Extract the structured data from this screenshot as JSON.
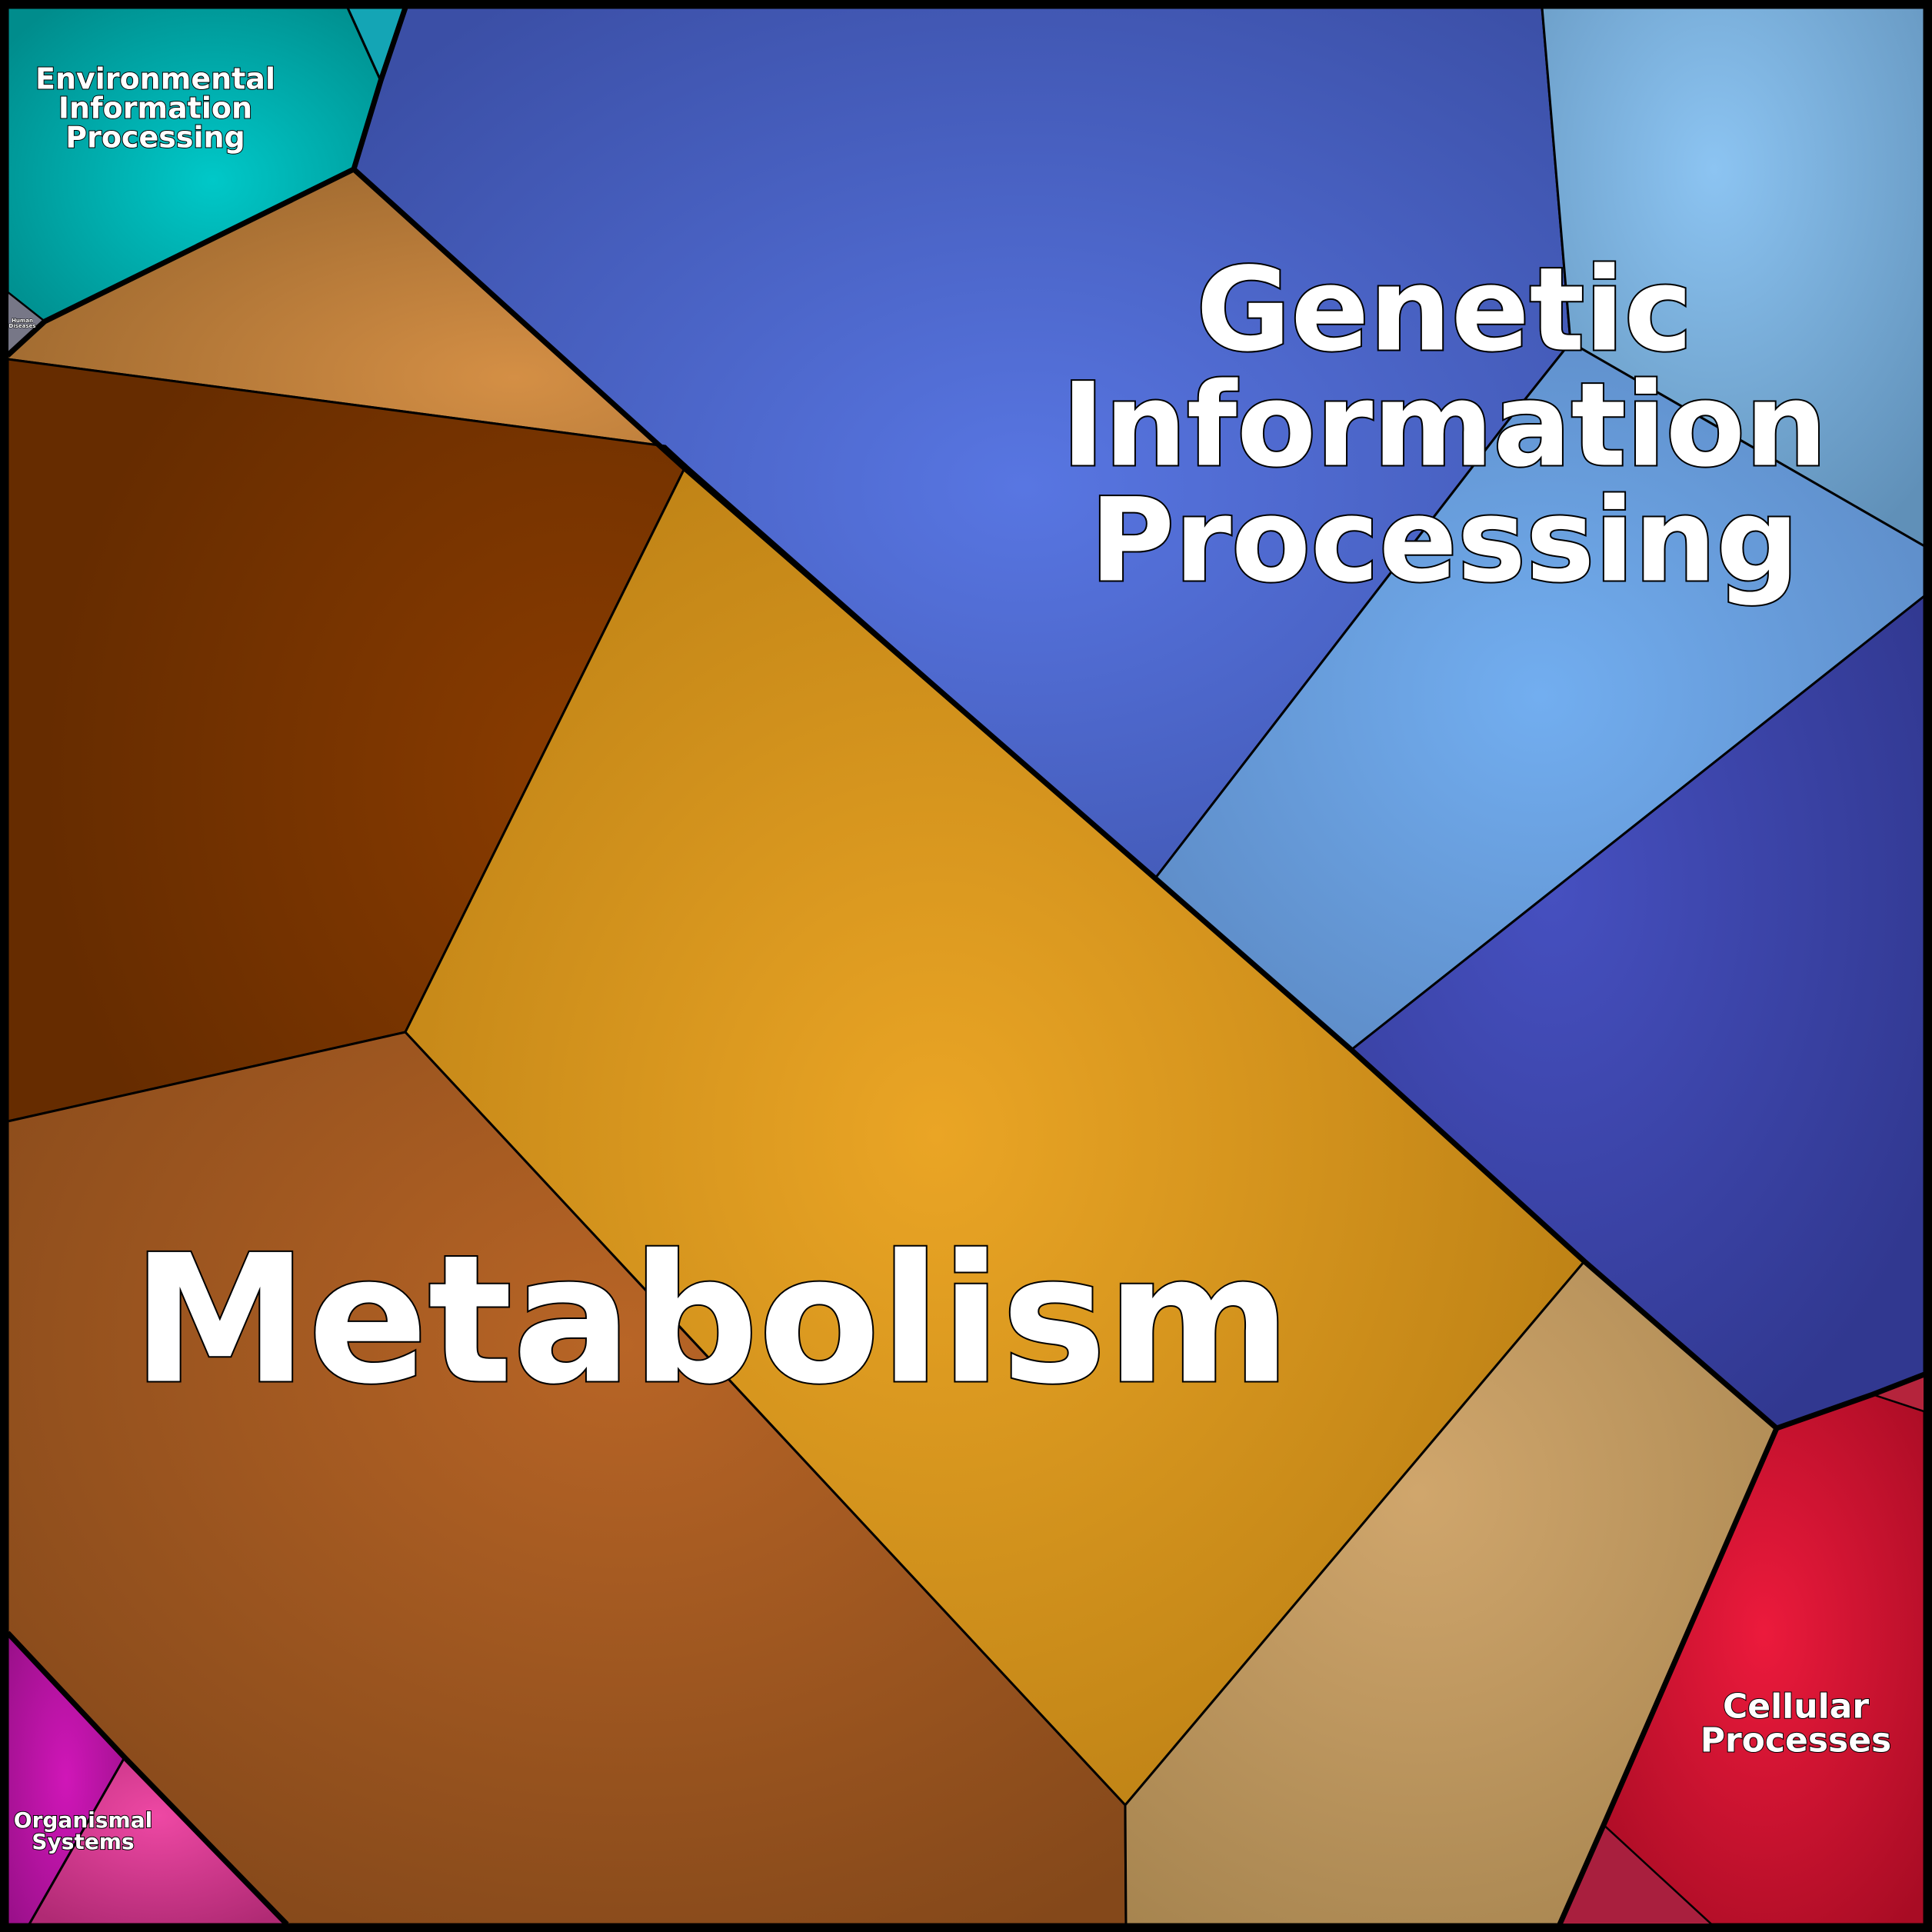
{
  "title": "",
  "categories": [
    {
      "id": "environmental",
      "label": "Environmental\nInformation\nProcessing",
      "color": "#00c2c2"
    },
    {
      "id": "genetic",
      "label": "Genetic\nInformation\nProcessing",
      "color": "#5572e0"
    },
    {
      "id": "metabolism",
      "label": "Metabolism",
      "color": "#e9a325"
    },
    {
      "id": "cellular",
      "label": "Cellular\nProcesses",
      "color": "#e8193c"
    },
    {
      "id": "organismal",
      "label": "Organismal\nSystems",
      "color": "#cf13b6"
    },
    {
      "id": "human",
      "label": "Human\nDiseases",
      "color": "#8a8a9a"
    }
  ]
}
